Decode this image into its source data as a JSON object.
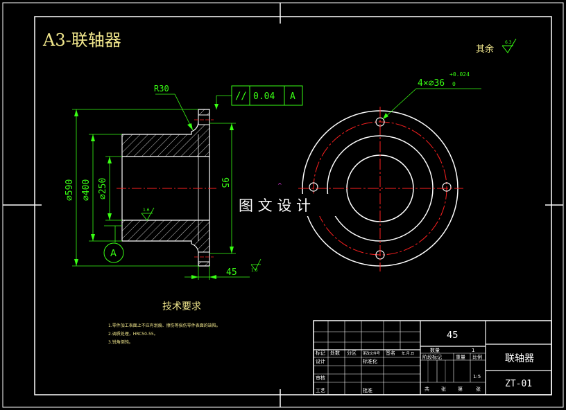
{
  "title": "A3-联轴器",
  "surface_note": {
    "text": "其余",
    "roughness": "6.3"
  },
  "front_view": {
    "dimensions": {
      "radius": "R30",
      "outer_dia": "⌀590",
      "flange_dia": "⌀400",
      "bore_dia": "⌀250",
      "height": "95",
      "flange_thickness": "45"
    },
    "tolerance_frame": {
      "symbol": "//",
      "value": "0.04",
      "datum": "A"
    },
    "datum_label": "A",
    "roughness_a": "1.6",
    "roughness_b": "1.6"
  },
  "side_view": {
    "hole_callout": "4×⌀36",
    "hole_tol_upper": "+0.024",
    "hole_tol_lower": "0"
  },
  "watermark": "图 文 设 计",
  "tech_requirements": {
    "heading": "技术要求",
    "lines": [
      "1.零件加工表面上不应有划痕、擦伤等损伤零件表面的缺陷。",
      "2.调质处理，HRC50-55。",
      "3.锐角倒钝。"
    ]
  },
  "title_block": {
    "material": "45",
    "part_name": "联轴器",
    "drawing_number": "ZT-01",
    "scale": "1:5",
    "quantity": "1",
    "labels": {
      "marks": "标记",
      "count": "处数",
      "zone": "分区",
      "change_doc": "更改文件号",
      "signature": "签名",
      "date": "年.月.日",
      "design": "设计",
      "standardize": "标准化",
      "review": "审核",
      "process": "工艺",
      "approve": "批准",
      "stage_mark": "阶段标记",
      "weight": "重量",
      "scale_label": "比例",
      "sheet_total": "共",
      "sheet": "张",
      "sheet_no": "第",
      "zhang": "张",
      "quantity_label": "数量"
    }
  }
}
